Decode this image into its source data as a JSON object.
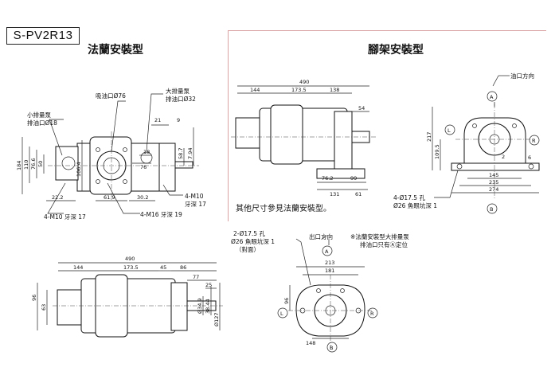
{
  "model_code": "S-PV2R13",
  "flange_title": "法蘭安裝型",
  "foot_title": "腳架安裝型",
  "flange_view": {
    "inlet": "吸油口Ø76",
    "large_pump": "大排量泵",
    "outlet_large": "排油口Ø32",
    "small_pump": "小排量泵",
    "outlet_small": "排油口Ø18",
    "dims": [
      "184",
      "110",
      "76.6",
      "50",
      "106.4",
      "21",
      "9",
      "58.7",
      "7.94",
      "76",
      "18",
      "22.2",
      "61.9",
      "30.2"
    ],
    "tap_bottom": "4-M10 牙深 17",
    "tap_mid": "4-M16 牙深 19",
    "tap_right_1": "4-M10",
    "tap_right_2": "牙深 17"
  },
  "foot_view": {
    "dims": [
      "490",
      "144",
      "173.5",
      "138",
      "54",
      "217",
      "109.5",
      "76.2",
      "99",
      "131",
      "61",
      "145",
      "235",
      "274",
      "2",
      "6"
    ],
    "port_dir": "油口方向",
    "hole_note_1": "4-Ø17.5 孔",
    "hole_note_2": "Ø26 魚眼坑深 1",
    "note": "其他尺寸參見法蘭安裝型。"
  },
  "bottom_side": {
    "dims": [
      "490",
      "144",
      "173.5",
      "45",
      "86",
      "77",
      "25",
      "96",
      "63",
      "Ø34.9",
      "38.44",
      "Ø127"
    ]
  },
  "bottom_front": {
    "hole_note_1": "2-Ø17.5 孔",
    "hole_note_2": "Ø26 魚眼坑深 1",
    "hole_note_3": "（對面）",
    "port_dir": "出口方向",
    "note_1": "※法蘭安裝型大排量泵",
    "note_2": "排油口只有Ⓐ定位",
    "dims": [
      "213",
      "181",
      "96",
      "148"
    ]
  },
  "markers": {
    "a": "A",
    "b": "B",
    "l": "L",
    "r": "R"
  }
}
